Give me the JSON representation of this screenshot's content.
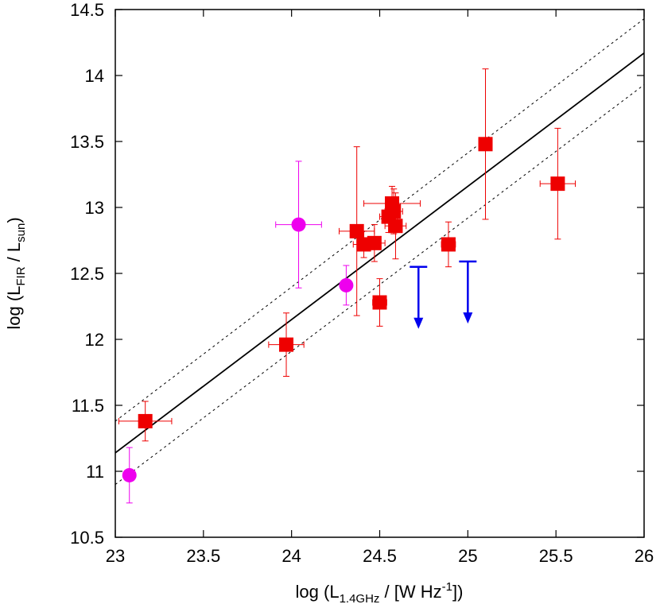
{
  "chart_data": {
    "type": "scatter",
    "title": "",
    "xlabel": {
      "prefix": "log (L",
      "sub": "1.4GHz",
      "mid": " / [W Hz",
      "sup": "-1",
      "suffix": "])"
    },
    "ylabel": {
      "prefix": "log (L",
      "sub1": "FIR",
      "mid": " / L",
      "sub2": "sun",
      "suffix": ")"
    },
    "xlim": [
      23,
      26
    ],
    "ylim": [
      10.5,
      14.5
    ],
    "xticks": [
      "23",
      "23.5",
      "24",
      "24.5",
      "25",
      "25.5",
      "26"
    ],
    "yticks": [
      "10.5",
      "11",
      "11.5",
      "12",
      "12.5",
      "13",
      "13.5",
      "14",
      "14.5"
    ],
    "grid": false,
    "legend": "none",
    "colors": {
      "squares": "#ee0000",
      "circles": "#ee00ee",
      "limits": "#0000ee",
      "fit": "#000000"
    },
    "fit_line": {
      "x": [
        23,
        26
      ],
      "y": [
        11.14,
        14.17
      ]
    },
    "offset_lines": [
      {
        "x": [
          23,
          26
        ],
        "y": [
          11.38,
          14.43
        ]
      },
      {
        "x": [
          23,
          26
        ],
        "y": [
          10.9,
          13.93
        ]
      }
    ],
    "series": [
      {
        "marker": "square",
        "points": [
          {
            "x": 23.17,
            "y": 11.38,
            "xerr": 0.15,
            "yerr": 0.15
          },
          {
            "x": 23.97,
            "y": 11.96,
            "xerr": 0.1,
            "yerr_up": 0.24,
            "yerr_down": 0.24
          },
          {
            "x": 24.37,
            "y": 12.82,
            "xerr": 0.1,
            "yerr_up": 0.64,
            "yerr_down": 0.64
          },
          {
            "x": 24.41,
            "y": 12.72,
            "xerr": 0.06,
            "yerr_up": 0.1,
            "yerr_down": 0.1
          },
          {
            "x": 24.47,
            "y": 12.73,
            "xerr": 0.06,
            "yerr_up": 0.14,
            "yerr_down": 0.14
          },
          {
            "x": 24.5,
            "y": 12.28,
            "xerr": 0.04,
            "yerr_up": 0.18,
            "yerr_down": 0.18
          },
          {
            "x": 24.55,
            "y": 12.93,
            "xerr": 0.05,
            "yerr_up": 0.12,
            "yerr_down": 0.12
          },
          {
            "x": 24.57,
            "y": 13.03,
            "xerr": 0.16,
            "yerr_up": 0.13,
            "yerr_down": 0.13
          },
          {
            "x": 24.58,
            "y": 12.97,
            "xerr": 0.05,
            "yerr_up": 0.17,
            "yerr_down": 0.17
          },
          {
            "x": 24.59,
            "y": 12.86,
            "xerr": 0.06,
            "yerr_up": 0.25,
            "yerr_down": 0.25
          },
          {
            "x": 24.89,
            "y": 12.72,
            "xerr": 0.04,
            "yerr_up": 0.17,
            "yerr_down": 0.17
          },
          {
            "x": 25.1,
            "y": 13.48,
            "xerr": 0.0,
            "yerr_up": 0.57,
            "yerr_down": 0.57
          },
          {
            "x": 25.51,
            "y": 13.18,
            "xerr": 0.1,
            "yerr_up": 0.42,
            "yerr_down": 0.42
          }
        ]
      },
      {
        "marker": "circle",
        "points": [
          {
            "x": 23.08,
            "y": 10.97,
            "xerr": 0.0,
            "yerr_up": 0.21,
            "yerr_down": 0.21
          },
          {
            "x": 24.04,
            "y": 12.87,
            "xerr": 0.13,
            "yerr_up": 0.48,
            "yerr_down": 0.48
          },
          {
            "x": 24.31,
            "y": 12.41,
            "xerr": 0.0,
            "yerr_up": 0.15,
            "yerr_down": 0.15
          }
        ]
      },
      {
        "marker": "upper-limit",
        "points": [
          {
            "x": 24.72,
            "y": 12.55,
            "arrow_to": 12.08
          },
          {
            "x": 25.0,
            "y": 12.59,
            "arrow_to": 12.12
          }
        ]
      }
    ]
  }
}
